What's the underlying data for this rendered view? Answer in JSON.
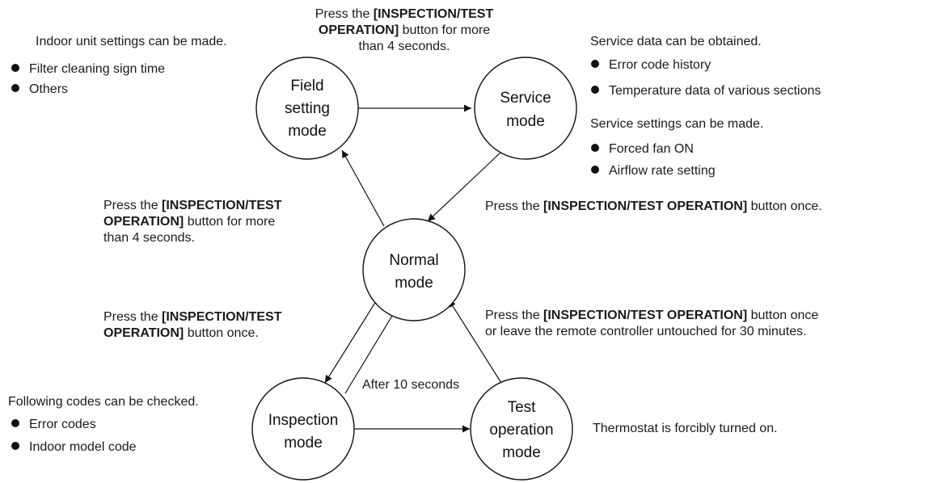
{
  "nodes": {
    "field": [
      "Field",
      "setting",
      "mode"
    ],
    "service": [
      "Service",
      "mode"
    ],
    "normal": [
      "Normal",
      "mode"
    ],
    "inspection": [
      "Inspection",
      "mode"
    ],
    "test": [
      "Test",
      "operation",
      "mode"
    ]
  },
  "annotations": {
    "top_center": {
      "l1_pre": "Press the ",
      "l1_bold": "[INSPECTION/TEST",
      "l2_bold": "OPERATION]",
      "l2_post": " button for more",
      "l3": "than 4 seconds."
    },
    "field_info": {
      "heading": "Indoor unit settings can be made.",
      "items": [
        "Filter cleaning sign time",
        "Others"
      ]
    },
    "service_info": {
      "heading1": "Service data can be obtained.",
      "items1": [
        "Error code history",
        "Temperature data of various sections"
      ],
      "heading2": "Service settings can be made.",
      "items2": [
        "Forced fan ON",
        "Airflow rate setting"
      ]
    },
    "left_upper": {
      "l1_pre": "Press the ",
      "l1_bold": "[INSPECTION/TEST",
      "l2_bold": "OPERATION]",
      "l2_post": " button for more",
      "l3": "than 4 seconds."
    },
    "right_upper": {
      "pre": "Press the ",
      "bold": "[INSPECTION/TEST OPERATION]",
      "post": " button once."
    },
    "left_lower": {
      "l1_pre": "Press the ",
      "l1_bold": "[INSPECTION/TEST",
      "l2_bold": "OPERATION]",
      "l2_post": " button once."
    },
    "right_lower": {
      "l1_pre": "Press the ",
      "l1_bold": "[INSPECTION/TEST OPERATION]",
      "l1_post": " button once",
      "l2": "or leave the remote controller untouched for 30 minutes."
    },
    "after_10": "After 10 seconds",
    "inspection_info": {
      "heading": "Following codes can be checked.",
      "items": [
        "Error codes",
        "Indoor model code"
      ]
    },
    "test_info": "Thermostat is forcibly turned on."
  }
}
